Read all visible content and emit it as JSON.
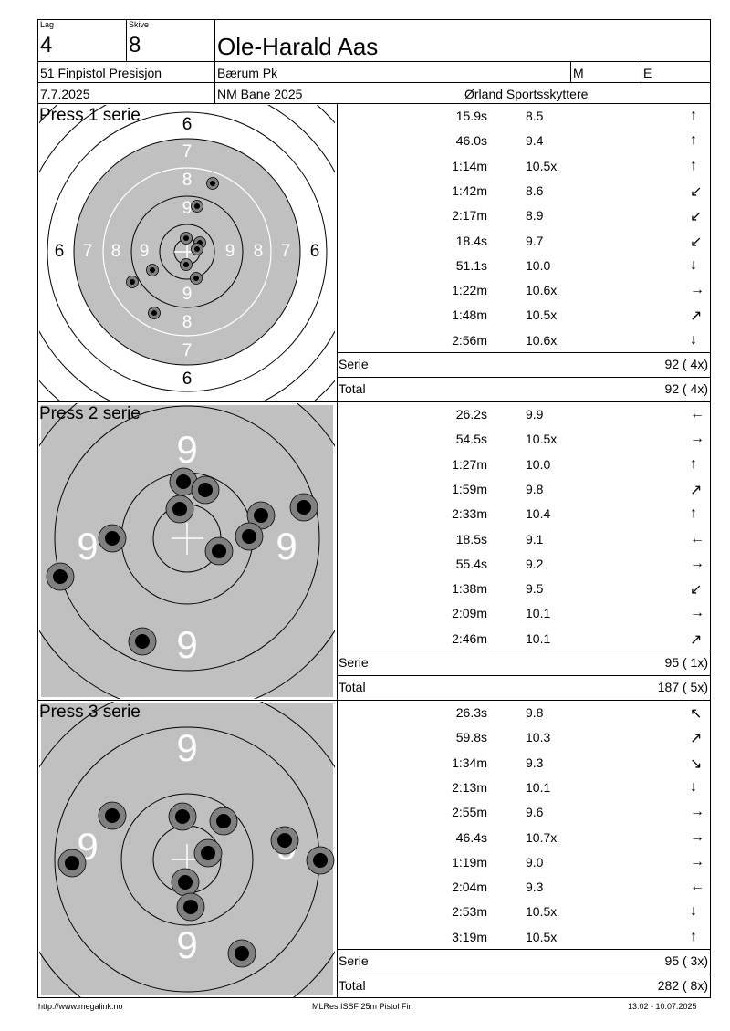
{
  "header": {
    "lag_label": "Lag",
    "lag": "4",
    "skive_label": "Skive",
    "skive": "8",
    "shooter_name": "Ole-Harald Aas",
    "event": "51 Finpistol Presisjon",
    "club": "Bærum Pk",
    "class_m": "M",
    "class_e": "E",
    "date": "7.7.2025",
    "range": "NM Bane 2025",
    "organizer": "Ørland Sportsskyttere"
  },
  "series": [
    {
      "title": "Press 1 serie",
      "shots": [
        {
          "time": "15.9s",
          "score": "8.5",
          "arrow": "↑"
        },
        {
          "time": "46.0s",
          "score": "9.4",
          "arrow": "↑"
        },
        {
          "time": "1:14m",
          "score": "10.5x",
          "arrow": "↑"
        },
        {
          "time": "1:42m",
          "score": "8.6",
          "arrow": "↙"
        },
        {
          "time": "2:17m",
          "score": "8.9",
          "arrow": "↙"
        },
        {
          "time": "18.4s",
          "score": "9.7",
          "arrow": "↙"
        },
        {
          "time": "51.1s",
          "score": "10.0",
          "arrow": "↓"
        },
        {
          "time": "1:22m",
          "score": "10.6x",
          "arrow": "→"
        },
        {
          "time": "1:48m",
          "score": "10.5x",
          "arrow": "↗"
        },
        {
          "time": "2:56m",
          "score": "10.6x",
          "arrow": "↓"
        }
      ],
      "serie_label": "Serie",
      "serie_value": "92 ( 4x)",
      "total_label": "Total",
      "total_value": "92 ( 4x)"
    },
    {
      "title": "Press 2 serie",
      "shots": [
        {
          "time": "26.2s",
          "score": "9.9",
          "arrow": "←"
        },
        {
          "time": "54.5s",
          "score": "10.5x",
          "arrow": "→"
        },
        {
          "time": "1:27m",
          "score": "10.0",
          "arrow": "↑"
        },
        {
          "time": "1:59m",
          "score": "9.8",
          "arrow": "↗"
        },
        {
          "time": "2:33m",
          "score": "10.4",
          "arrow": "↑"
        },
        {
          "time": "18.5s",
          "score": "9.1",
          "arrow": "←"
        },
        {
          "time": "55.4s",
          "score": "9.2",
          "arrow": "→"
        },
        {
          "time": "1:38m",
          "score": "9.5",
          "arrow": "↙"
        },
        {
          "time": "2:09m",
          "score": "10.1",
          "arrow": "→"
        },
        {
          "time": "2:46m",
          "score": "10.1",
          "arrow": "↗"
        }
      ],
      "serie_label": "Serie",
      "serie_value": "95 ( 1x)",
      "total_label": "Total",
      "total_value": "187 ( 5x)"
    },
    {
      "title": "Press 3 serie",
      "shots": [
        {
          "time": "26.3s",
          "score": "9.8",
          "arrow": "↖"
        },
        {
          "time": "59.8s",
          "score": "10.3",
          "arrow": "↗"
        },
        {
          "time": "1:34m",
          "score": "9.3",
          "arrow": "↘"
        },
        {
          "time": "2:13m",
          "score": "10.1",
          "arrow": "↓"
        },
        {
          "time": "2:55m",
          "score": "9.6",
          "arrow": "→"
        },
        {
          "time": "46.4s",
          "score": "10.7x",
          "arrow": "→"
        },
        {
          "time": "1:19m",
          "score": "9.0",
          "arrow": "→"
        },
        {
          "time": "2:04m",
          "score": "9.3",
          "arrow": "←"
        },
        {
          "time": "2:53m",
          "score": "10.5x",
          "arrow": "↓"
        },
        {
          "time": "3:19m",
          "score": "10.5x",
          "arrow": "↑"
        }
      ],
      "serie_label": "Serie",
      "serie_value": "95 ( 3x)",
      "total_label": "Total",
      "total_value": "282 ( 8x)"
    }
  ],
  "targets": {
    "t1_ring_numbers": [
      "6",
      "7",
      "8",
      "9"
    ],
    "zoom_ring_number": "9"
  },
  "footer": {
    "left": "http://www.megalink.no",
    "center": "MLRes ISSF 25m Pistol Fin",
    "right": "13:02 - 10.07.2025"
  },
  "colors": {
    "target_gray": "#c0c0c0",
    "hole_fill": "#000000",
    "hole_ring": "#808080"
  }
}
